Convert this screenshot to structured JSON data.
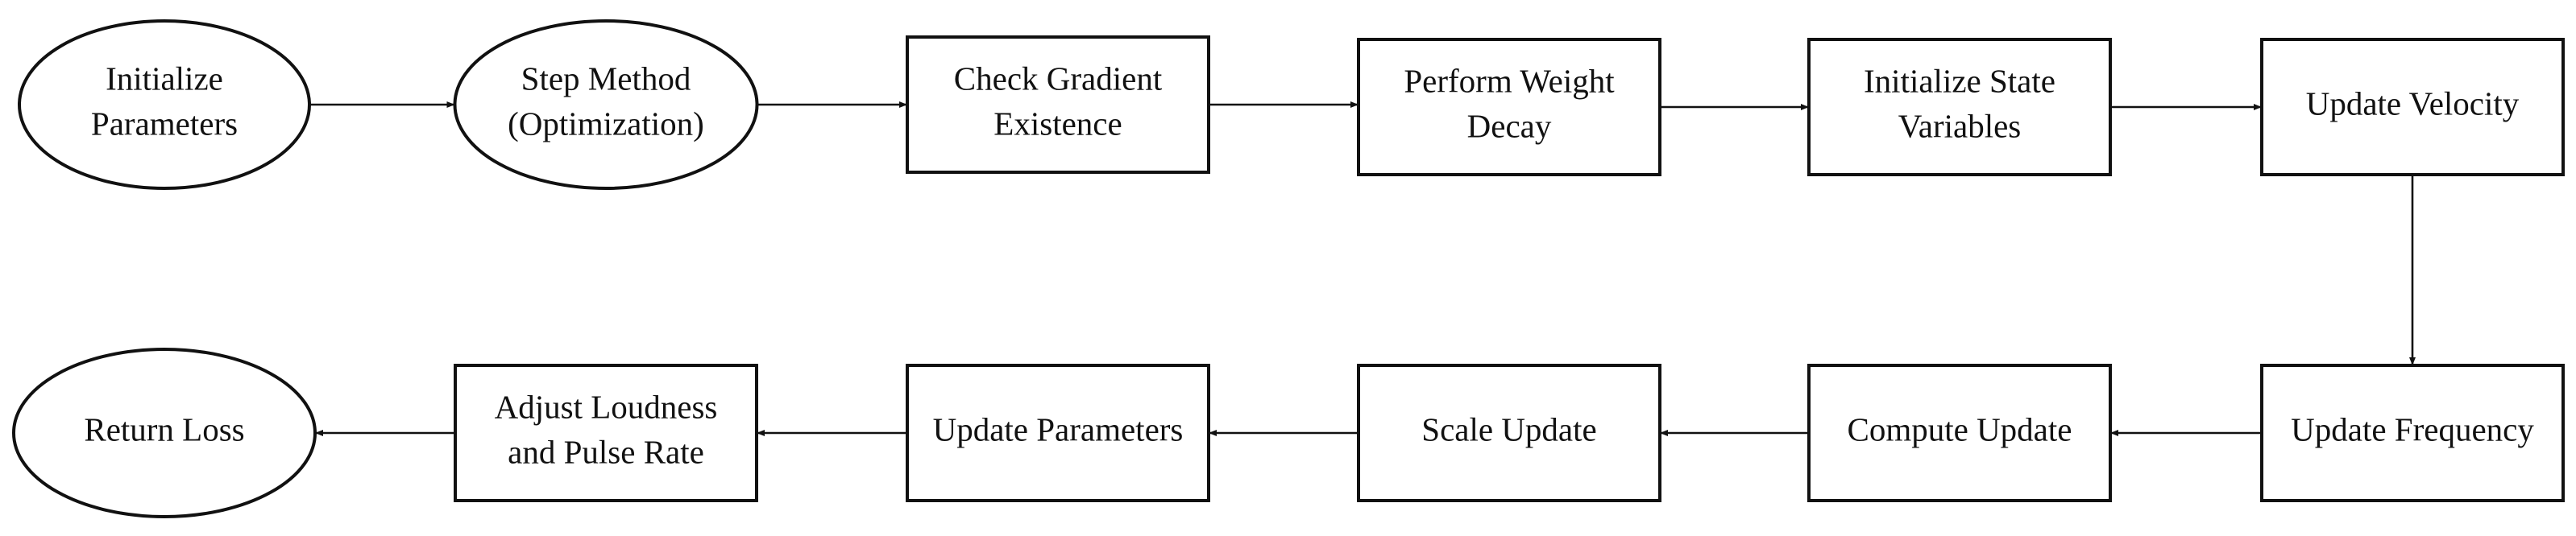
{
  "diagram": {
    "nodes": [
      {
        "id": "init-params",
        "shape": "ellipse",
        "lines": [
          "Initialize",
          "Parameters"
        ]
      },
      {
        "id": "step-method",
        "shape": "ellipse",
        "lines": [
          "Step Method",
          "(Optimization)"
        ]
      },
      {
        "id": "check-gradient",
        "shape": "rect",
        "lines": [
          "Check Gradient",
          "Existence"
        ]
      },
      {
        "id": "weight-decay",
        "shape": "rect",
        "lines": [
          "Perform Weight",
          "Decay"
        ]
      },
      {
        "id": "init-state",
        "shape": "rect",
        "lines": [
          "Initialize State",
          "Variables"
        ]
      },
      {
        "id": "update-velocity",
        "shape": "rect",
        "lines": [
          "Update Velocity"
        ]
      },
      {
        "id": "update-frequency",
        "shape": "rect",
        "lines": [
          "Update Frequency"
        ]
      },
      {
        "id": "compute-update",
        "shape": "rect",
        "lines": [
          "Compute Update"
        ]
      },
      {
        "id": "scale-update",
        "shape": "rect",
        "lines": [
          "Scale Update"
        ]
      },
      {
        "id": "update-parameters",
        "shape": "rect",
        "lines": [
          "Update Parameters"
        ]
      },
      {
        "id": "adjust-loudness",
        "shape": "rect",
        "lines": [
          "Adjust Loudness",
          "and Pulse Rate"
        ]
      },
      {
        "id": "return-loss",
        "shape": "ellipse",
        "lines": [
          "Return Loss"
        ]
      }
    ],
    "edges": [
      [
        "init-params",
        "step-method"
      ],
      [
        "step-method",
        "check-gradient"
      ],
      [
        "check-gradient",
        "weight-decay"
      ],
      [
        "weight-decay",
        "init-state"
      ],
      [
        "init-state",
        "update-velocity"
      ],
      [
        "update-velocity",
        "update-frequency"
      ],
      [
        "update-frequency",
        "compute-update"
      ],
      [
        "compute-update",
        "scale-update"
      ],
      [
        "scale-update",
        "update-parameters"
      ],
      [
        "update-parameters",
        "adjust-loudness"
      ],
      [
        "adjust-loudness",
        "return-loss"
      ]
    ]
  }
}
